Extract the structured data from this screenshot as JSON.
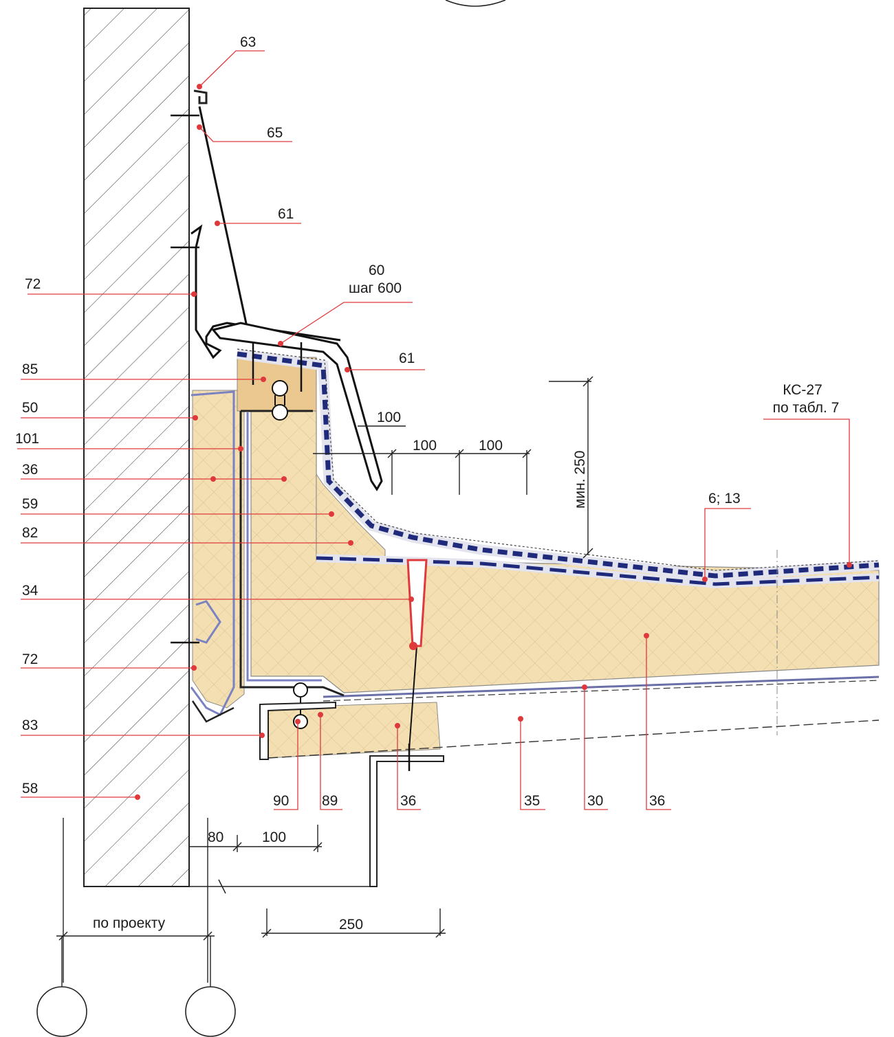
{
  "colors": {
    "insulation": "#f3dfb1",
    "insulation_dark": "#e8c995",
    "membrane": "#1f2a7a",
    "leader": "#e0393b",
    "anchor": "#e0393b",
    "line": "#1b1b1b"
  },
  "callouts": {
    "c63": "63",
    "c65": "65",
    "c61a": "61",
    "c60": "60",
    "c60b": "шаг 600",
    "c61b": "61",
    "c72a": "72",
    "c85": "85",
    "c50": "50",
    "c101": "101",
    "c36a": "36",
    "c59": "59",
    "c82": "82",
    "c34": "34",
    "c72b": "72",
    "c83": "83",
    "c58": "58",
    "c90": "90",
    "c89": "89",
    "c36b": "36",
    "c35": "35",
    "c30": "30",
    "c36c": "36",
    "c613": "6; 13",
    "ks27a": "КС-27",
    "ks27b": "по табл. 7"
  },
  "dimensions": {
    "d100_top": "100",
    "d100_a": "100",
    "d100_b": "100",
    "d_min250": "мин. 250",
    "d80": "80",
    "d100_bottom": "100",
    "d_project": "по проекту",
    "d250": "250"
  }
}
